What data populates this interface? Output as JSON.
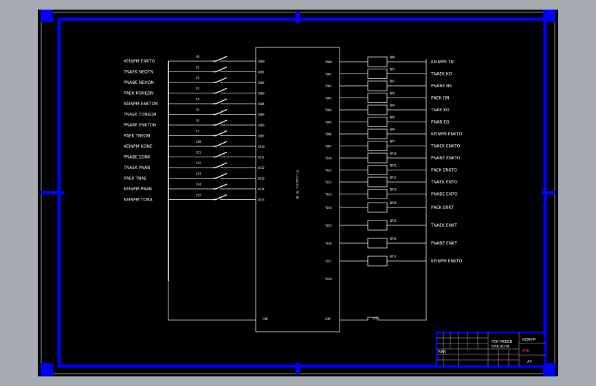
{
  "inputs": [
    {
      "label": "ΚΕΙΝΡΜ ΕΝΚΤΟ",
      "term": "X0",
      "pin": "X000"
    },
    {
      "label": "ΤΝΑΕΚ ΝΕΩΤΝ",
      "term": "X1",
      "pin": "X001"
    },
    {
      "label": "ΡΝΑΒΕ ΝΕΗΩΝ",
      "term": "X2",
      "pin": "X002"
    },
    {
      "label": "ΡΑΕΚ ΚΟΝΕΩΝ",
      "term": "X3",
      "pin": "X003"
    },
    {
      "label": "ΚΕΙΝΡΜ ΕΝΚΤΟΝ",
      "term": "X4",
      "pin": "X004"
    },
    {
      "label": "ΤΝΑΕΚ ΤΟΝΕΩΝ",
      "term": "X5",
      "pin": "X005"
    },
    {
      "label": "ΡΝΑΒΕ ΕΝΚΤΟΝ",
      "term": "X6",
      "pin": "X006"
    },
    {
      "label": "ΡΑΕΚ ΤΝΕΩΝ",
      "term": "X7",
      "pin": "X007"
    },
    {
      "label": "ΚΕΙΝΡΜ ΚΟΝΕ",
      "term": "X10",
      "pin": "X010"
    },
    {
      "label": "ΡΝΑΒΕ ΕΩΝΚ",
      "term": "X11",
      "pin": "X011"
    },
    {
      "label": "ΤΝΑΕΚ ΡΝΑΒ",
      "term": "X12",
      "pin": "X012"
    },
    {
      "label": "ΡΑΕΚ ΤΝΑΕ",
      "term": "X13",
      "pin": "X013"
    },
    {
      "label": "ΚΕΙΝΡΜ ΡΝΑΒ",
      "term": "X14",
      "pin": "X014"
    },
    {
      "label": "ΚΕΙΝΡΜ ΤΟΝΑ",
      "term": "X15",
      "pin": "X015"
    }
  ],
  "outputs": [
    {
      "pin": "Y000",
      "term": "KM0",
      "label": "ΚΕΙΝΡΜ ΤΝ"
    },
    {
      "pin": "Y001",
      "term": "KM1",
      "label": "ΤΝΑΕΚ ΚΟ"
    },
    {
      "pin": "Y002",
      "term": "KM2",
      "label": "ΡΝΑΒΕ ΝΕ"
    },
    {
      "pin": "Y003",
      "term": "KM3",
      "label": "ΡΑΕΚ ΩΝ"
    },
    {
      "pin": "Y004",
      "term": "KM4",
      "label": "ΤΝΑΕ ΚΟ"
    },
    {
      "pin": "Y005",
      "term": "KM5",
      "label": "ΡΝΑΒ ΕΩ"
    },
    {
      "pin": "Y006",
      "term": "KM6",
      "label": "ΚΕΙΝΡΜ ΕΝΚΤΟ"
    },
    {
      "pin": "Y007",
      "term": "KM7",
      "label": "ΤΝΑΕΚ ΕΝΚΤΟ"
    },
    {
      "pin": "Y010",
      "term": "KM10",
      "label": "ΡΝΑΒΕ ΕΝΚΤΟ"
    },
    {
      "pin": "Y011",
      "term": "KM11",
      "label": "ΡΑΕΚ ΕΝΚΤΟ"
    },
    {
      "pin": "Y012",
      "term": "KM12",
      "label": "ΤΝΑΕΚ ΕΝΤΟ"
    },
    {
      "pin": "Y013",
      "term": "KM13",
      "label": "ΡΝΑΒΕ ΕΝΤΟ"
    },
    {
      "pin": "Y014",
      "term": "KM14",
      "label": "ΡΑΕΚ ΕΝΚΤ"
    },
    {
      "pin": "Y015",
      "term": "KM15",
      "label": "ΤΝΑΕΚ ΕΝΚΤ"
    },
    {
      "pin": "Y016",
      "term": "KM16",
      "label": "ΡΝΑΒΕ ΕΝΚΤ"
    },
    {
      "pin": "Y017",
      "term": "KM17",
      "label": "ΚΕΙΝΡΜ ΕΝΚΤΟ"
    },
    {
      "pin": "Y020",
      "term": "",
      "label": ""
    }
  ],
  "plc_label": "M itsubishi FX 2N",
  "com_left": "COM",
  "com_right": "COM",
  "power_label": "24V",
  "title_block": {
    "name": "ΡΟΚ ΡΙΚΕΩΝ",
    "subtitle": "ΕΡΙΚ ΚΟΤΑ",
    "mark": "ΚΕΙΝΡΜ",
    "drawing_no": "A3",
    "label1": "Ρ/ΚΝ",
    "label2": "ΡΙΚ"
  },
  "colors": {
    "frame": "#0000ff",
    "wire": "#ffffff",
    "accent": "#ff2b2b"
  }
}
